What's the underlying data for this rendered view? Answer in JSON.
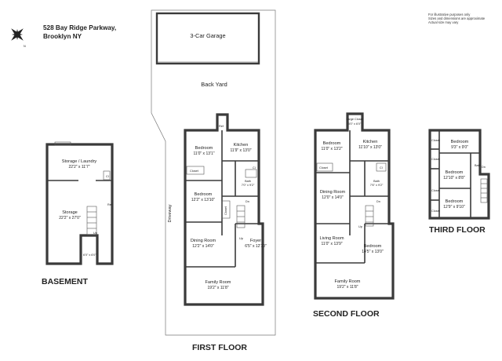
{
  "header": {
    "address_line1": "528 Bay Ridge Parkway,",
    "address_line2": "Brooklyn NY",
    "compass_letter": "N",
    "compass_icon": "compass-star-icon",
    "disclaimer": [
      "For illustrative purposes only",
      "Sizes and dimensions are approximate",
      "Actual size may vary"
    ]
  },
  "basement": {
    "title": "BASEMENT",
    "storage_laundry": {
      "name": "Storage / Laundry",
      "dim": "22'2\" x 11'7\""
    },
    "storage": {
      "name": "Storage",
      "dim": "22'2\" x 27'0\""
    },
    "small_room_dim": "6'0\" x 6'0\"",
    "ref": "Ref",
    "up": "Up",
    "cl": "Cl"
  },
  "first_floor": {
    "title": "FIRST FLOOR",
    "garage": "3-Car Garage",
    "back_yard": "Back Yard",
    "driveway": "Driveway",
    "bedroom_1": {
      "name": "Bedroom",
      "dim": "11'0\" x 13'1\""
    },
    "kitchen": {
      "name": "Kitchen",
      "dim": "11'9\" x 13'0\""
    },
    "closet_1": "Closet",
    "bedroom_2": {
      "name": "Bedroom",
      "dim": "12'2\" x 13'10\""
    },
    "bath": {
      "name": "Bath",
      "dim": "7'0\" x 9'2\""
    },
    "closet_2": "Closet",
    "dn": "Dn",
    "up": "Up",
    "dining_room": {
      "name": "Dining Room",
      "dim": "12'2\" x 14'0\""
    },
    "foyer": {
      "name": "Foyer",
      "dim": "6'5\" x 12'10\""
    },
    "family_room": {
      "name": "Family Room",
      "dim": "19'2\" x 11'8\""
    },
    "ref": "Ref",
    "cl": "Cl"
  },
  "second_floor": {
    "title": "SECOND FLOOR",
    "large_closet": {
      "name": "Large Closet",
      "dim": "6'0\" x 6'0\""
    },
    "bedroom_1": {
      "name": "Bedroom",
      "dim": "11'0\" x 13'2\""
    },
    "kitchen": {
      "name": "Kitchen",
      "dim": "11'10\" x 13'0\""
    },
    "closet": "Closet",
    "cl": "Cl",
    "dining_room": {
      "name": "Dining Room",
      "dim": "12'0\" x 14'0\""
    },
    "bath": {
      "name": "Bath",
      "dim": "7'6\" x 9'2\""
    },
    "dn": "Dn",
    "up": "Up",
    "living_room": {
      "name": "Living Room",
      "dim": "11'0\" x 13'9\""
    },
    "bedroom_2": {
      "name": "Bedroom",
      "dim": "14'5\" x 13'0\""
    },
    "family_room": {
      "name": "Family Room",
      "dim": "19'2\" x 11'8\""
    }
  },
  "third_floor": {
    "title": "THIRD FLOOR",
    "bedroom_1": {
      "name": "Bedroom",
      "dim": "9'3\" x 9'0\""
    },
    "bedroom_2": {
      "name": "Bedroom",
      "dim": "12'10\" x 8'8\""
    },
    "bedroom_3": {
      "name": "Bedroom",
      "dim": "12'9\" x 9'10\""
    },
    "closet": "Closet",
    "dn": "Dn",
    "bath": "Bath"
  }
}
